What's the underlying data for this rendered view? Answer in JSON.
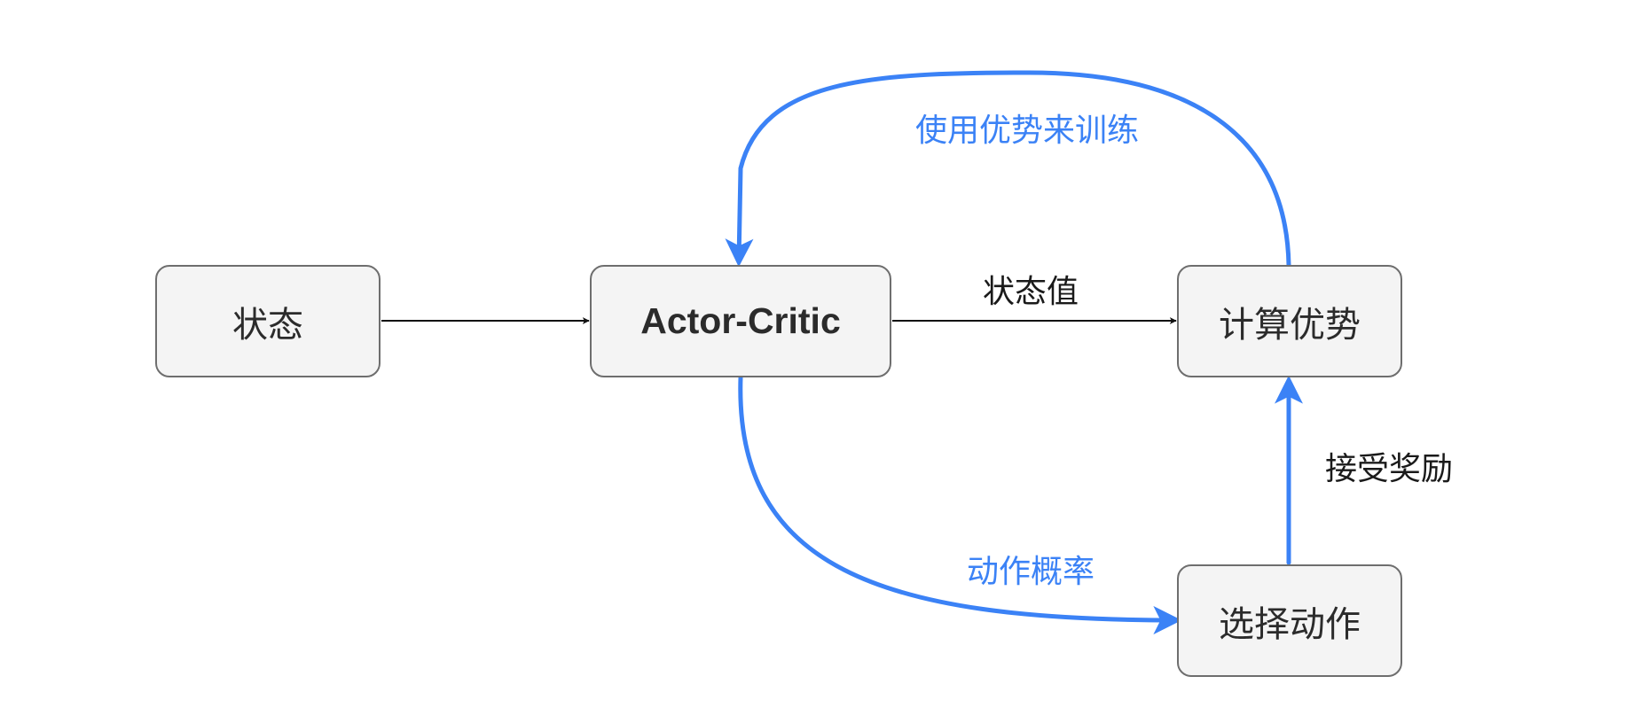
{
  "nodes": {
    "state": "状态",
    "actor_critic": "Actor-Critic",
    "compute_advantage": "计算优势",
    "select_action": "选择动作"
  },
  "edge_labels": {
    "state_value": "状态值",
    "train_with_advantage": "使用优势来训练",
    "action_probability": "动作概率",
    "receive_reward": "接受奖励"
  },
  "colors": {
    "accent": "#3b82f6",
    "edge": "#111111",
    "node_fill": "#f4f4f4",
    "node_border": "#6e6e6e"
  }
}
